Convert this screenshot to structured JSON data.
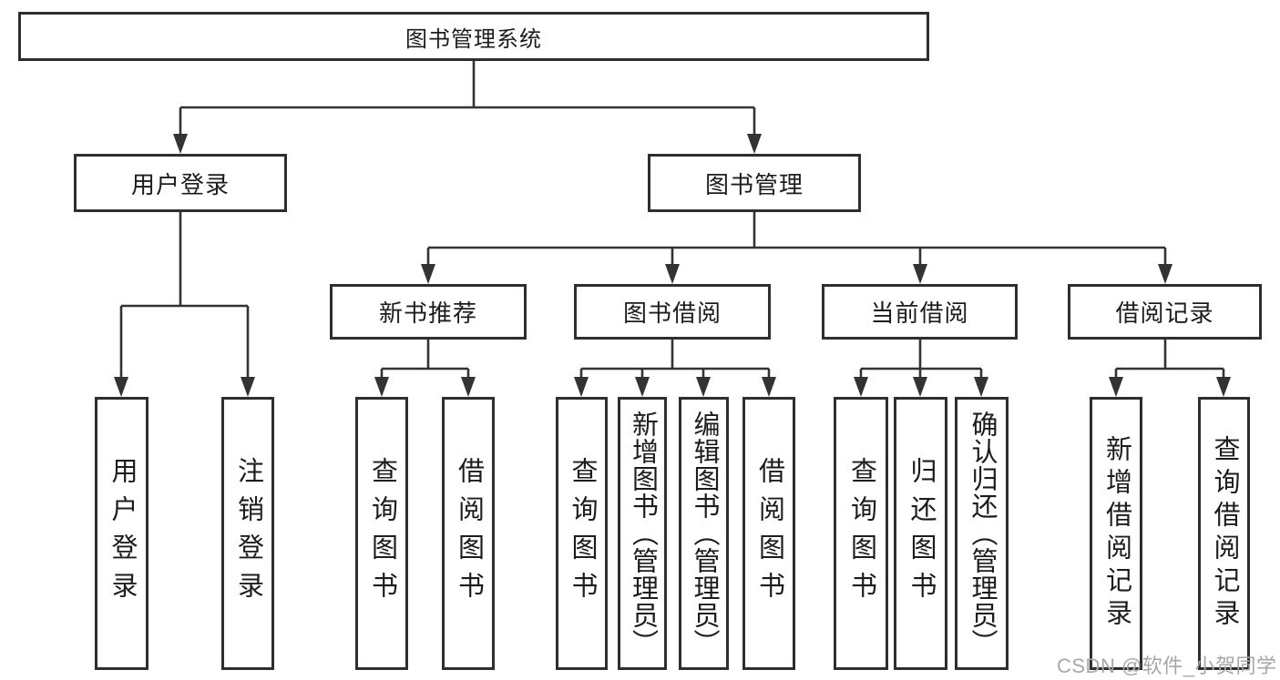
{
  "diagram_type": "tree-structure-diagram",
  "colors": {
    "background": "#ffffff",
    "line": "#333333",
    "box_border": "#2e2e2e",
    "text": "#1c1c1c",
    "watermark": "#a7a7a7"
  },
  "nodes": {
    "root": "图书管理系统",
    "user_login": "用户登录",
    "book_mgmt": "图书管理",
    "new_book_rec": "新书推荐",
    "book_borrow": "图书借阅",
    "current_borrow": "当前借阅",
    "borrow_records": "借阅记录",
    "uml_login": "用户登录",
    "uml_logout": "注销登录",
    "nbr_query": "查询图书",
    "nbr_borrow": "借阅图书",
    "bb_query": "查询图书",
    "bb_add": "新增图书（管理员）",
    "bb_edit": "编辑图书（管理员）",
    "bb_borrow": "借阅图书",
    "cb_query": "查询图书",
    "cb_return": "归还图书",
    "cb_confirm": "确认归还（管理员）",
    "br_add": "新增借阅记录",
    "br_query": "查询借阅记录"
  },
  "hierarchy": {
    "图书管理系统": {
      "用户登录": [
        "用户登录",
        "注销登录"
      ],
      "图书管理": {
        "新书推荐": [
          "查询图书",
          "借阅图书"
        ],
        "图书借阅": [
          "查询图书",
          "新增图书（管理员）",
          "编辑图书（管理员）",
          "借阅图书"
        ],
        "当前借阅": [
          "查询图书",
          "归还图书",
          "确认归还（管理员）"
        ],
        "借阅记录": [
          "新增借阅记录",
          "查询借阅记录"
        ]
      }
    }
  },
  "watermark": {
    "text": "CSDN @软件_小贺同学"
  }
}
